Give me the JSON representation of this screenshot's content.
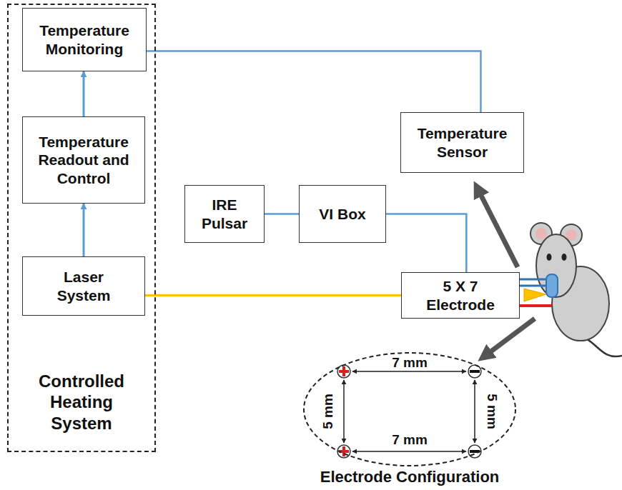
{
  "diagram": {
    "nodes": [
      {
        "text": [
          "Controlled Heating System"
        ]
      },
      {
        "text": [
          "Temperature Monitoring"
        ],
        "in": 0
      },
      {
        "text": [
          "Temperature Readout and Control"
        ],
        "in": 0
      },
      {
        "text": [
          "Laser System"
        ],
        "in": 0
      },
      {
        "text": [
          "Temperature Sensor"
        ]
      },
      {
        "text": [
          "IRE Pulsar"
        ]
      },
      {
        "text": [
          "VI Box"
        ]
      },
      {
        "text": [
          "5 X 7 Electrode"
        ]
      },
      {
        "text": [
          "Electrode Configuration"
        ]
      }
    ],
    "edges": [
      {
        "from": 3,
        "to": 2,
        "arrow": "to"
      },
      {
        "from": 2,
        "to": 1,
        "arrow": "to"
      },
      {
        "from": 1,
        "to": 4,
        "arrow": "none"
      },
      {
        "from": 5,
        "to": 6,
        "arrow": "none"
      },
      {
        "from": 6,
        "to": 7,
        "arrow": "none"
      },
      {
        "from": 3,
        "to": 7,
        "arrow": "none"
      }
    ],
    "labels": [
      "7 mm",
      "5 mm",
      "5 mm",
      "7 mm"
    ]
  }
}
